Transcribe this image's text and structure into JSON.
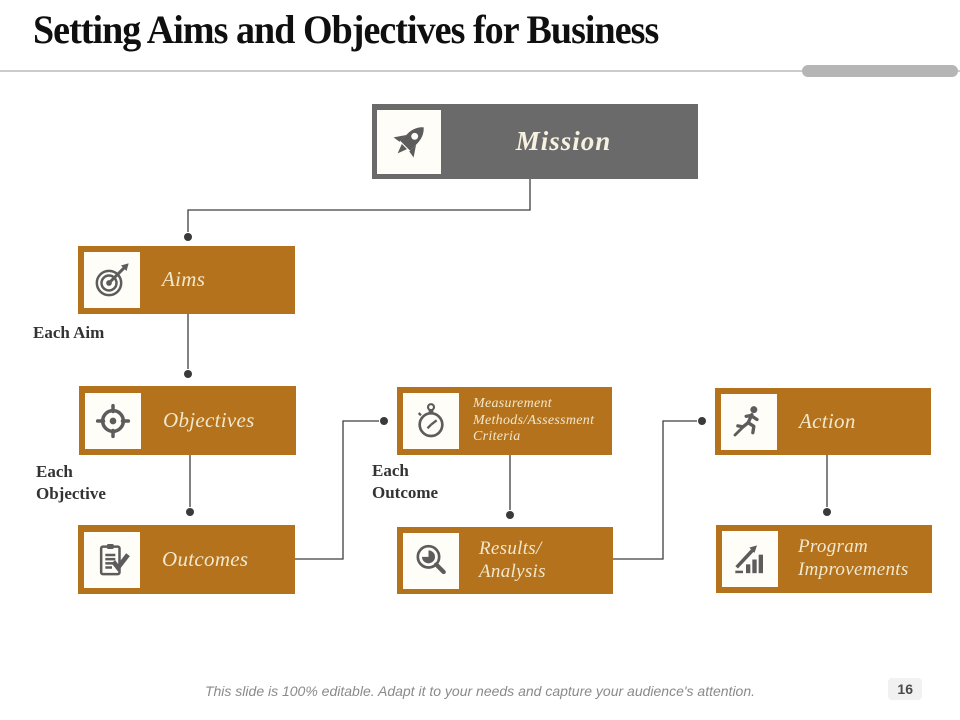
{
  "slide": {
    "title": "Setting Aims and Objectives for Business",
    "footer_note": "This slide is 100% editable. Adapt it to your needs and capture your audience's attention.",
    "page_number": "16"
  },
  "colors": {
    "accent_orange": "#b4721c",
    "mission_gray": "#6a6a6a",
    "icon_gray": "#5c5c5c",
    "node_text_cream": "#f1e8cd",
    "connector_dark": "#3f3f3f",
    "divider_gray": "#cbcbcb",
    "pill_gray": "#b5b5b5"
  },
  "diagram": {
    "nodes": {
      "mission": {
        "label": "Mission",
        "icon": "rocket-icon"
      },
      "aims": {
        "label": "Aims",
        "icon": "target-arrow-icon"
      },
      "objectives": {
        "label": "Objectives",
        "icon": "crosshair-icon"
      },
      "outcomes": {
        "label": "Outcomes",
        "icon": "clipboard-check-icon"
      },
      "measurement": {
        "label": "Measurement\nMethods/Assessment\nCriteria",
        "icon": "stopwatch-icon"
      },
      "results": {
        "label": "Results/\nAnalysis",
        "icon": "magnifier-pie-chart-icon"
      },
      "action": {
        "label": "Action",
        "icon": "runner-icon"
      },
      "program": {
        "label": "Program\nImprovements",
        "icon": "growth-chart-icon"
      }
    },
    "edge_labels": {
      "each_aim": "Each Aim",
      "each_objective": "Each\nObjective",
      "each_outcome": "Each\nOutcome"
    },
    "edges": [
      {
        "from": "mission",
        "to": "aims"
      },
      {
        "from": "aims",
        "to": "objectives"
      },
      {
        "from": "objectives",
        "to": "outcomes"
      },
      {
        "from": "outcomes",
        "to": "measurement"
      },
      {
        "from": "measurement",
        "to": "results"
      },
      {
        "from": "results",
        "to": "action"
      },
      {
        "from": "action",
        "to": "program"
      }
    ]
  }
}
